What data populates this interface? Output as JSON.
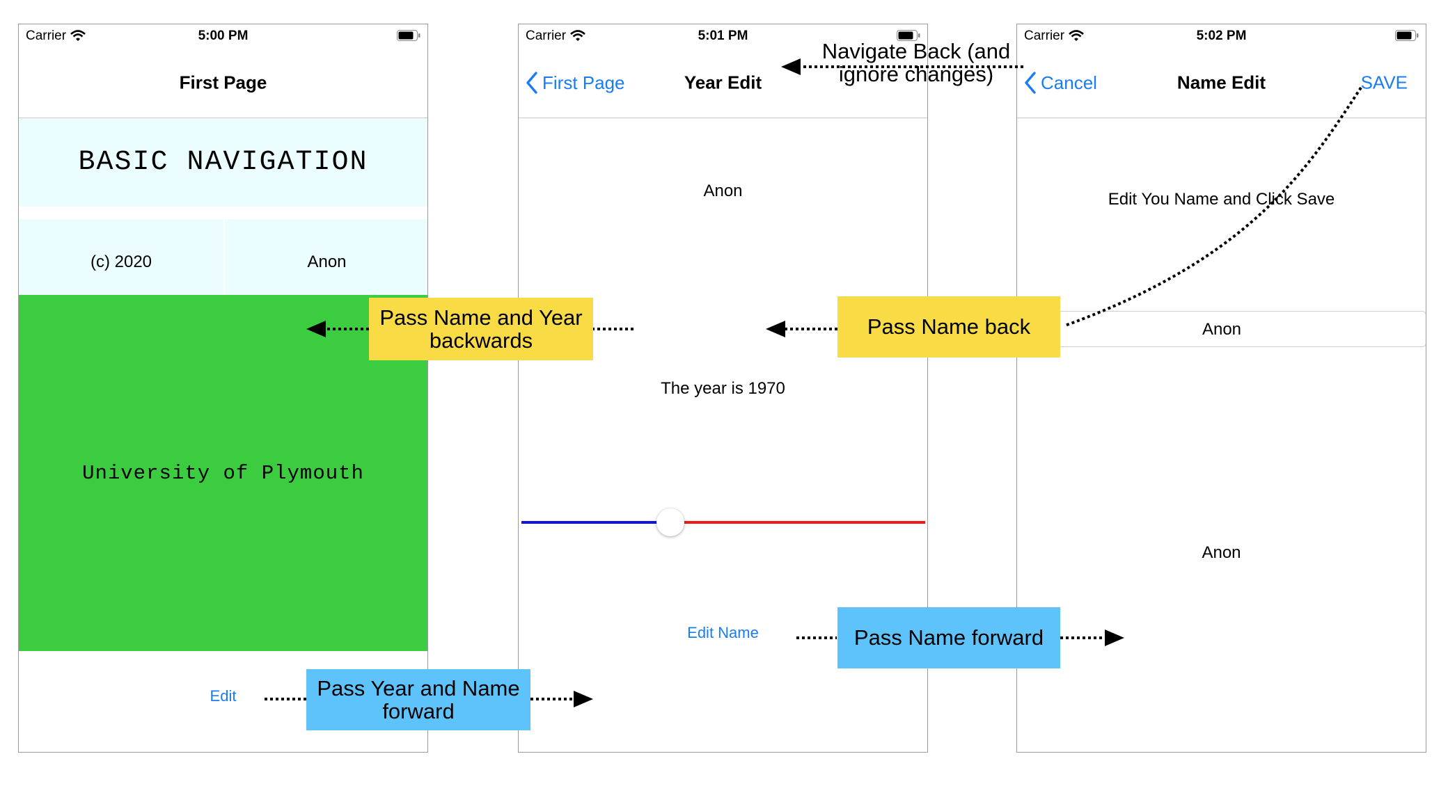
{
  "screen1": {
    "carrier": "Carrier",
    "time": "5:00 PM",
    "nav_title": "First Page",
    "banner": "BASIC NAVIGATION",
    "copyright": "(c) 2020",
    "name": "Anon",
    "university": "University of Plymouth",
    "edit_button": "Edit"
  },
  "screen2": {
    "carrier": "Carrier",
    "time": "5:01 PM",
    "back_label": "First Page",
    "nav_title": "Year Edit",
    "name": "Anon",
    "year_text": "The year is 1970",
    "slider_value": 0.36,
    "edit_name_button": "Edit Name"
  },
  "screen3": {
    "carrier": "Carrier",
    "time": "5:02 PM",
    "cancel_label": "Cancel",
    "nav_title": "Name Edit",
    "save_label": "SAVE",
    "prompt": "Edit You Name and Click Save",
    "name_field_value": "Anon",
    "name_label": "Anon"
  },
  "annotations": {
    "navigate_back_line1": "Navigate Back (and",
    "navigate_back_line2": "ignore changes)",
    "pass_back_line1": "Pass Name and Year",
    "pass_back_line2": "backwards",
    "pass_name_back": "Pass Name back",
    "pass_forward_line1": "Pass Year and Name",
    "pass_forward_line2": "forward",
    "pass_name_forward": "Pass Name forward"
  },
  "colors": {
    "accent": "#1a7cf5",
    "green_panel": "#3ccc40",
    "light_cyan": "#ebfdfe",
    "yellow_label": "#f8db45",
    "blue_label": "#5ec3fa",
    "slider_min": "#1414e0",
    "slider_max": "#f01818"
  },
  "icons": {
    "wifi": "wifi-icon",
    "battery": "battery-icon",
    "back_chevron": "chevron-left-icon"
  }
}
